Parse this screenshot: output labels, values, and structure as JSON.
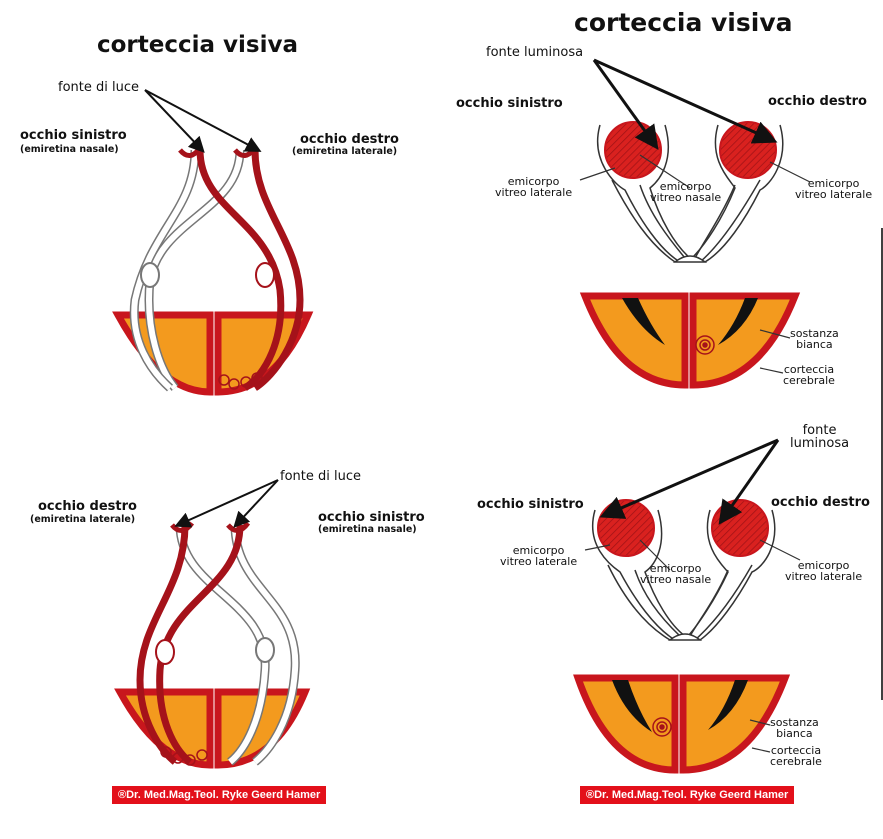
{
  "colors": {
    "red": "#c8161d",
    "orange": "#f39a1e",
    "dark_red": "#a5121a",
    "black": "#111111"
  },
  "left_top": {
    "title": "corteccia visiva",
    "light_label": "fonte di luce",
    "left_eye": "occhio sinistro",
    "left_eye_sub": "(emiretina nasale)",
    "right_eye": "occhio destro",
    "right_eye_sub": "(emiretina laterale)"
  },
  "left_bottom": {
    "light_label": "fonte di luce",
    "left_eye": "occhio destro",
    "left_eye_sub": "(emiretina laterale)",
    "right_eye": "occhio sinistro",
    "right_eye_sub": "(emiretina nasale)",
    "copyright": "®Dr. Med.Mag.Teol. Ryke Geerd Hamer"
  },
  "right_top": {
    "title": "corteccia visiva",
    "light_label": "fonte luminosa",
    "left_eye": "occhio sinistro",
    "right_eye": "occhio destro",
    "vitreo_laterale_left": [
      "emicorpo",
      "vitreo laterale"
    ],
    "vitreo_nasale": [
      "emicorpo",
      "vitreo nasale"
    ],
    "vitreo_laterale_right": [
      "emicorpo",
      "vitreo laterale"
    ],
    "white_matter": [
      "sostanza",
      "bianca"
    ],
    "cortex": [
      "corteccia",
      "cerebrale"
    ]
  },
  "right_bottom": {
    "light_label": [
      "fonte",
      "luminosa"
    ],
    "left_eye": "occhio sinistro",
    "right_eye": "occhio destro",
    "vitreo_laterale_left": [
      "emicorpo",
      "vitreo laterale"
    ],
    "vitreo_nasale": [
      "emicorpo",
      "vitreo nasale"
    ],
    "vitreo_laterale_right": [
      "emicorpo",
      "vitreo laterale"
    ],
    "white_matter": [
      "sostanza",
      "bianca"
    ],
    "cortex": [
      "corteccia",
      "cerebrale"
    ],
    "copyright": "®Dr. Med.Mag.Teol. Ryke Geerd Hamer"
  }
}
